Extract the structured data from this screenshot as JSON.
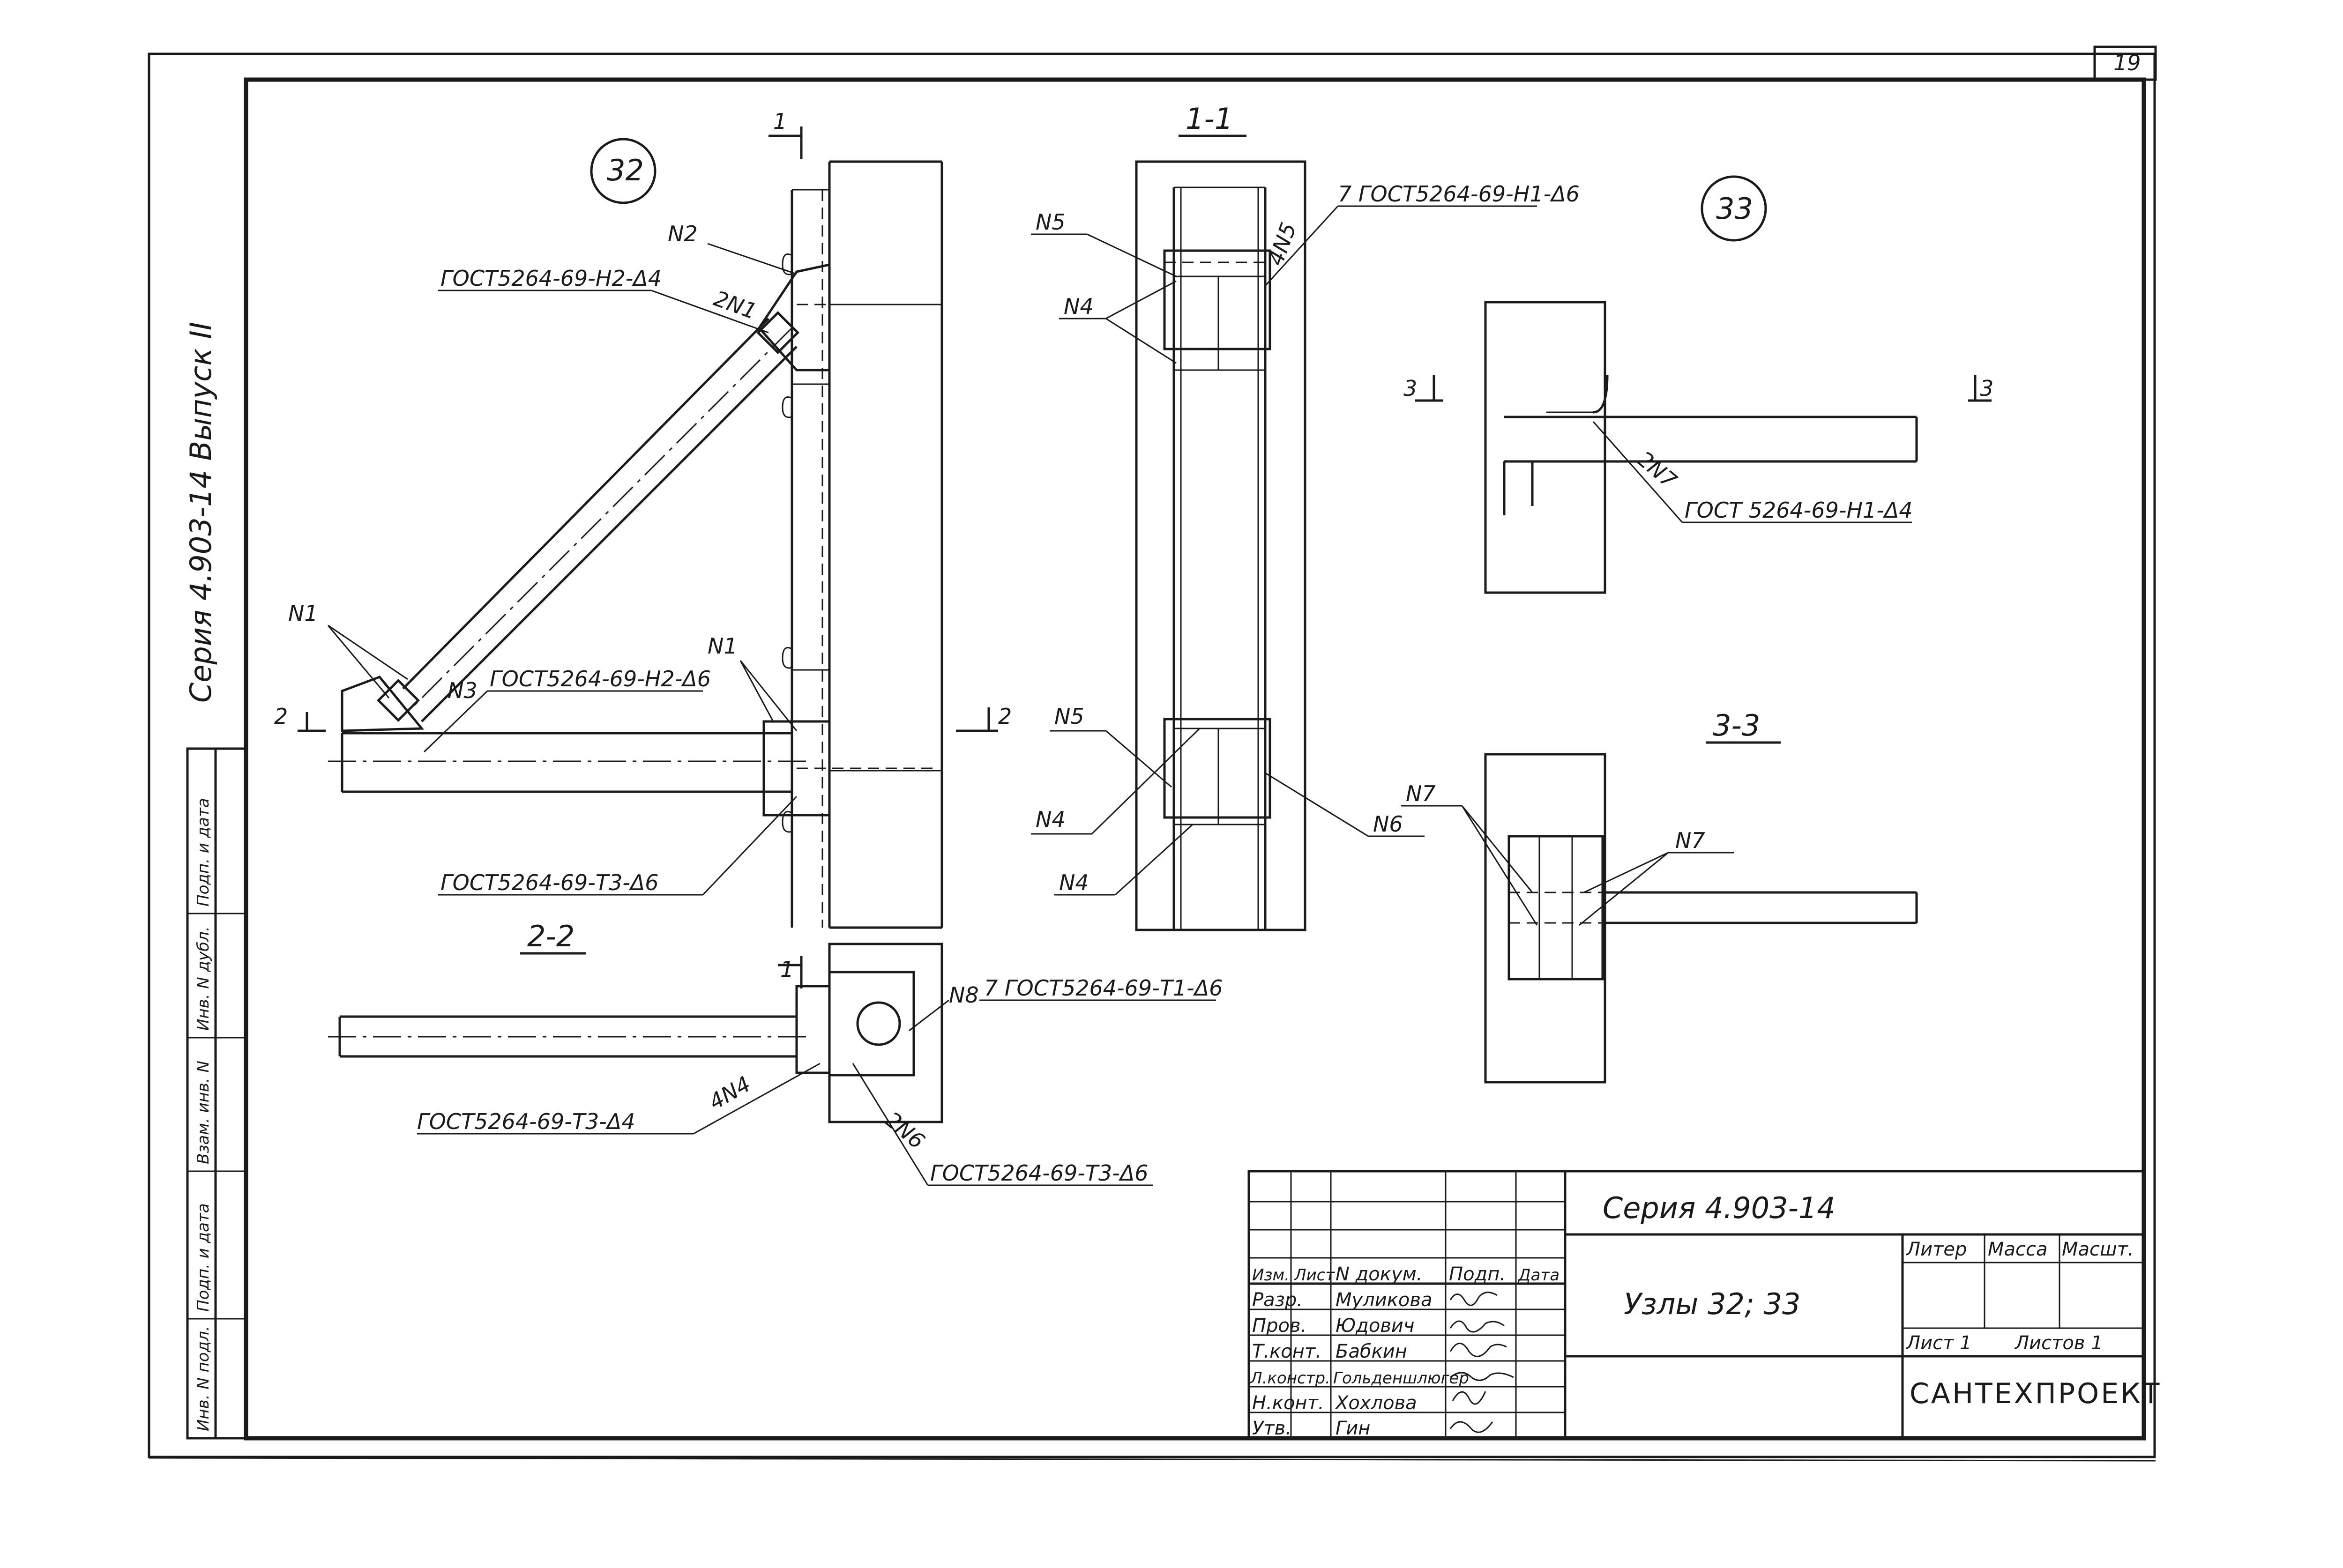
{
  "sheet": {
    "sheet_number": "19",
    "side_title": "Серия 4.903-14 Выпуск II",
    "side_columns": [
      "Инв. N подл.",
      "Подп. и дата",
      "Взам. инв. N",
      "Инв. N дубл.",
      "Подп. и дата"
    ]
  },
  "nodes": {
    "node32": "32",
    "node33": "33"
  },
  "sections": {
    "s11": "1-1",
    "s22": "2-2",
    "s33": "3-3",
    "cut1": "1",
    "cut2": "2",
    "cut3": "3"
  },
  "labels": {
    "n1": "N1",
    "n2": "N2",
    "n3": "N3",
    "n4": "N4",
    "n5": "N5",
    "n6": "N6",
    "n7": "N7",
    "n8": "N8",
    "two_n1": "2N1",
    "four_n5": "4N5",
    "two_n7": "2N7",
    "four_n4": "4N4",
    "two_n6": "2N6"
  },
  "weld_notes": {
    "w_n2": "ГОСТ5264-69-Н2-Δ4",
    "w_n3": "ГОСТ5264-69-Н2-Δ6",
    "w_t3_d6_a": "ГОСТ5264-69-Т3-Δ6",
    "w_11": "7 ГОСТ5264-69-Н1-Δ6",
    "w_33": "ГОСТ 5264-69-Н1-Δ4",
    "w_n8": "7 ГОСТ5264-69-Т1-Δ6",
    "w_t3_d4": "ГОСТ5264-69-Т3-Δ4",
    "w_t3_d6_b": "ГОСТ5264-69-Т3-Δ6"
  },
  "title_block": {
    "series": "Серия 4.903-14",
    "title": "Узлы 32; 33",
    "org": "САНТЕХПРОЕКТ",
    "header_izm": "Изм.",
    "header_list": "Лист",
    "header_doc": "N докум.",
    "header_podp": "Подп.",
    "header_date": "Дата",
    "litera": "Литер",
    "massa": "Масса",
    "masshtab": "Масшт.",
    "list_label": "Лист 1",
    "listov_label": "Листов 1",
    "rows": [
      {
        "role": "Разр.",
        "name": "Муликова"
      },
      {
        "role": "Пров.",
        "name": "Юдович"
      },
      {
        "role": "Т.конт.",
        "name": "Бабкин"
      },
      {
        "role": "Л.констр.",
        "name": "Гольденшлюгер"
      },
      {
        "role": "Н.конт.",
        "name": "Хохлова"
      },
      {
        "role": "Утв.",
        "name": "Гин"
      }
    ]
  }
}
